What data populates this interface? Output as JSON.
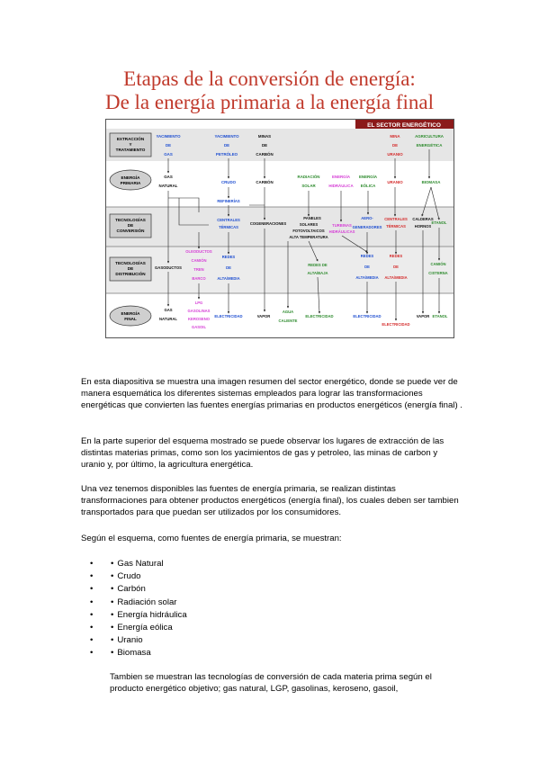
{
  "title_line1": "Etapas de la conversión de energía:",
  "title_line2": "De la energía primaria a la energía final",
  "diagram": {
    "header": "EL SECTOR ENERGÉTICO",
    "rows": [
      "EXTRACCIÓN Y TRATAMIENTO",
      "ENERGÍA PRIMARIA",
      "TECNOLOGÍAS DE CONVERSIÓN",
      "TECNOLOGÍAS DE DISTRIBUCIÓN",
      "ENERGÍA FINAL"
    ],
    "extraction": [
      "YACIMIENTO DE GAS",
      "YACIMIENTO DE PETRÓLEO",
      "MINAS DE CARBÓN",
      "MINA DE URANIO",
      "AGRICULTURA ENERGÉTICA"
    ],
    "primary": [
      "GAS NATURAL",
      "CRUDO",
      "CARBÓN",
      "RADIACIÓN SOLAR",
      "ENERGÍA HIDRÁULICA",
      "ENERGÍA EÓLICA",
      "URANIO",
      "BIOMASA"
    ],
    "conversion": [
      "REFINERÍAS",
      "CENTRALES TÉRMICAS",
      "COGENERACIONES",
      "PANELES SOLARES FOTOVOLTAICOS ALTA TEMPERATURA",
      "TURBINAS HIDRÁULICAS",
      "AERO-GENERADORES",
      "CENTRALES TÉRMICAS",
      "CALDERAS HORNOS",
      "ETANOL"
    ],
    "distribution": [
      "GASODUCTOS",
      "OLEODUCTOS CAMIÓN TREN BARCO",
      "REDES DE ALTA/MEDIA",
      "REDES DE ALTA/BAJA",
      "REDES DE ALTA/MEDIA",
      "REDES DE ALTA/MEDIA",
      "CAMIÓN CISTERNA"
    ],
    "final": [
      "GAS NATURAL",
      "LPG GASOLINAS KEROSENO GASOIL",
      "ELECTRICIDAD",
      "VAPOR",
      "AGUA CALIENTE",
      "ELECTRICIDAD",
      "ELECTRICIDAD",
      "ELECTRICIDAD",
      "VAPOR",
      "ETANOL"
    ],
    "colors": {
      "header_bg": "#8b1a1a",
      "blue": "#1f4fd1",
      "black": "#111111",
      "green": "#2e8b2e",
      "magenta": "#d63fd6",
      "red": "#d42a2a",
      "row_bg": "#d9d9d9"
    }
  },
  "para1": "En esta diapositiva se muestra una imagen resumen del sector energético, donde se puede ver de manera esquemática los diferentes sistemas empleados para lograr las transformaciones energéticas que convierten las fuentes energías primarias en productos energéticos (energía final) .",
  "para2": "En la parte superior del esquema mostrado se puede observar los lugares de extracción de las distintas materias primas, como son los yacimientos de gas y petroleo, las minas de carbon y uranio y, por último, la agricultura energética.",
  "para3": "Una vez tenemos disponibles las fuentes de energía primaria, se realizan distintas transformaciones para obtener productos energéticos (energía final), los cuales deben ser tambien transportados para que puedan ser utilizados por los consumidores.",
  "para4": "Según el esquema, como fuentes de energía primaria, se muestran:",
  "bullets": [
    "Gas Natural",
    "Crudo",
    "Carbón",
    "Radiación solar",
    "Energía hidráulica",
    "Energía eólica",
    "Uranio",
    "Biomasa"
  ],
  "para5": "Tambien se muestran las tecnologías de conversión de cada materia prima según el producto energético objetivo; gas natural, LGP, gasolinas, keroseno, gasoil,"
}
